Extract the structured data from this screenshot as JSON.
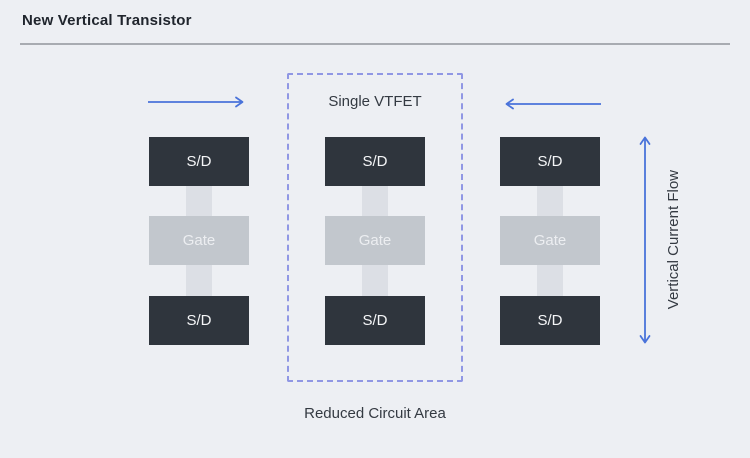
{
  "header": {
    "title": "New Vertical Transistor"
  },
  "diagram": {
    "dashed_region_label": "Single VTFET",
    "caption": "Reduced Circuit Area",
    "vertical_axis_label": "Vertical Current Flow",
    "stacks": [
      {
        "id": "left-vtfet",
        "top": "S/D",
        "middle": "Gate",
        "bottom": "S/D"
      },
      {
        "id": "single-vtfet",
        "top": "S/D",
        "middle": "Gate",
        "bottom": "S/D"
      },
      {
        "id": "right-vtfet",
        "top": "S/D",
        "middle": "Gate",
        "bottom": "S/D"
      }
    ],
    "colors": {
      "background": "#edeff3",
      "sd_block": "#2f353d",
      "sd_text": "#f4f5f7",
      "gate_block": "#c2c7cd",
      "gate_text": "#eceef1",
      "channel": "#dcdfe5",
      "arrow": "#4a73da",
      "dashed_border": "#9097e4",
      "title_text": "#20252d",
      "label_text": "#343a42",
      "divider": "#a8abb1"
    }
  }
}
